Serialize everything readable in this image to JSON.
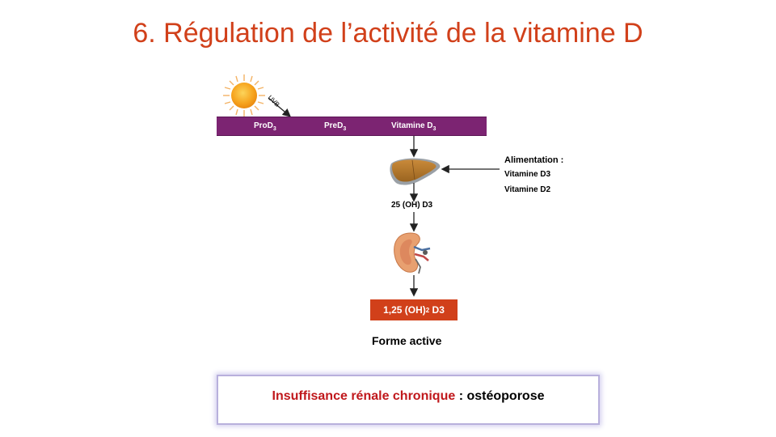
{
  "title": "6. Régulation de l’activité de la vitamine D",
  "diagram": {
    "uvb": "UVB",
    "bar": {
      "prod3": "ProD",
      "pred3": "PreD",
      "vitd3": "Vitamine D",
      "subscript": "3"
    },
    "alimentation": {
      "heading": "Alimentation :",
      "item1": "Vitamine D3",
      "item2": "Vitamine D2"
    },
    "intermediate": "25 (OH) D3",
    "active": {
      "prefix": "1,25 (OH)",
      "subscript": "2",
      "suffix": " D3"
    },
    "forme": "Forme active"
  },
  "note": {
    "highlight": "Insuffisance rénale chronique",
    "separator": " : ",
    "rest": "ostéoporose"
  },
  "colors": {
    "title": "#d1401a",
    "bar": "#7c2472",
    "active_box": "#d1401a",
    "note_highlight": "#c0181c"
  }
}
